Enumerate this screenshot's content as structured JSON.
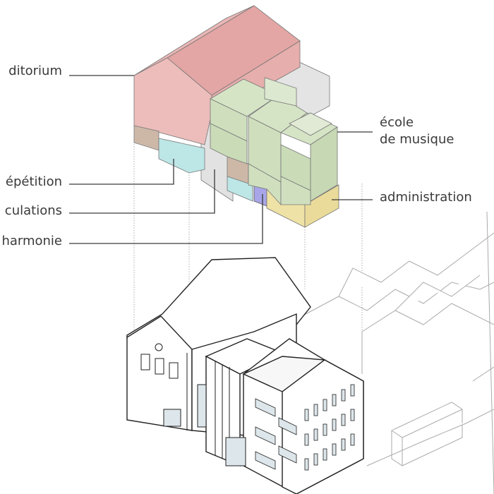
{
  "labels": {
    "auditorium": "ditorium",
    "repetition": "épétition",
    "circulations": "culations",
    "harmonie": "harmonie",
    "ecole_line1": "école",
    "ecole_line2": "de musique",
    "administration": "administration"
  },
  "colors": {
    "auditorium": "#e8b2b0",
    "ecole": "#d6e4c6",
    "repetition": "#bde6e6",
    "circulations": "#e2e2e2",
    "harmonie": "#a8a6e8",
    "administration": "#efe2a6",
    "storage": "#cdb8a8"
  }
}
